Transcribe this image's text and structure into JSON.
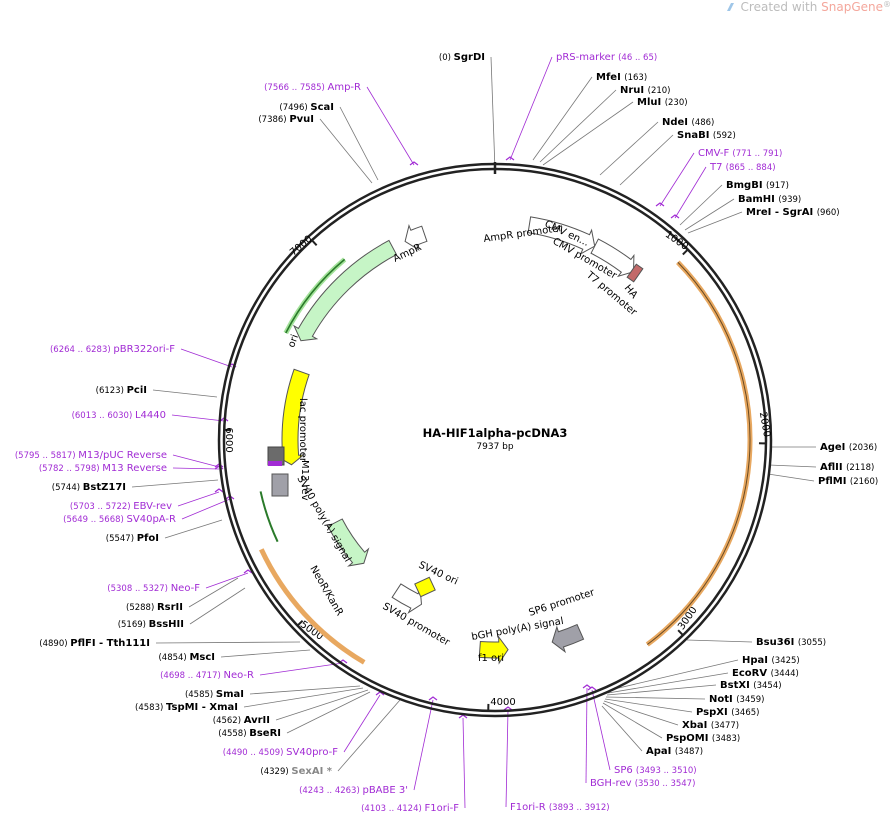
{
  "watermark": {
    "prefix": "Created with ",
    "brand": "SnapGene",
    "reg": "®"
  },
  "plasmid": {
    "name": "HA-HIF1alpha-pcDNA3",
    "length_label": "7937 bp",
    "length": 7937
  },
  "ticks": [
    "1000",
    "2000",
    "3000",
    "4000",
    "5000",
    "6000",
    "7000"
  ],
  "colors": {
    "primer": "#a12bd4",
    "site": "#000000",
    "feature_stroke": "#333333",
    "ampr": "#c6f5c6",
    "ori": "#ffff00",
    "promoter": "#ffffff",
    "neo": "#c6f5c6",
    "marker": "#a0a0a8",
    "orange": "#e8a860"
  },
  "enzymes": [
    {
      "name": "SgrDI",
      "pos": "(0)",
      "left": true
    },
    {
      "name": "MfeI",
      "pos": "(163)"
    },
    {
      "name": "NruI",
      "pos": "(210)"
    },
    {
      "name": "MluI",
      "pos": "(230)"
    },
    {
      "name": "NdeI",
      "pos": "(486)"
    },
    {
      "name": "SnaBI",
      "pos": "(592)"
    },
    {
      "name": "BmgBI",
      "pos": "(917)"
    },
    {
      "name": "BamHI",
      "pos": "(939)"
    },
    {
      "name": "MreI - SgrAI",
      "pos": "(960)"
    },
    {
      "name": "AgeI",
      "pos": "(2036)"
    },
    {
      "name": "AflII",
      "pos": "(2118)"
    },
    {
      "name": "PflMI",
      "pos": "(2160)"
    },
    {
      "name": "Bsu36I",
      "pos": "(3055)"
    },
    {
      "name": "HpaI",
      "pos": "(3425)"
    },
    {
      "name": "EcoRV",
      "pos": "(3444)"
    },
    {
      "name": "BstXI",
      "pos": "(3454)"
    },
    {
      "name": "NotI",
      "pos": "(3459)"
    },
    {
      "name": "PspXI",
      "pos": "(3465)"
    },
    {
      "name": "XbaI",
      "pos": "(3477)"
    },
    {
      "name": "PspOMI",
      "pos": "(3483)"
    },
    {
      "name": "ApaI",
      "pos": "(3487)"
    },
    {
      "name": "ScaI",
      "pos": "(7496)",
      "left": true
    },
    {
      "name": "PvuI",
      "pos": "(7386)",
      "left": true
    },
    {
      "name": "PciI",
      "pos": "(6123)",
      "left": true
    },
    {
      "name": "BstZ17I",
      "pos": "(5744)",
      "left": true
    },
    {
      "name": "PfoI",
      "pos": "(5547)",
      "left": true
    },
    {
      "name": "RsrII",
      "pos": "(5288)",
      "left": true
    },
    {
      "name": "BssHII",
      "pos": "(5169)",
      "left": true
    },
    {
      "name": "PflFI - Tth111I",
      "pos": "(4890)",
      "left": true
    },
    {
      "name": "MscI",
      "pos": "(4854)",
      "left": true
    },
    {
      "name": "SmaI",
      "pos": "(4585)",
      "left": true
    },
    {
      "name": "TspMI - XmaI",
      "pos": "(4583)",
      "left": true
    },
    {
      "name": "AvrII",
      "pos": "(4562)",
      "left": true
    },
    {
      "name": "BseRI",
      "pos": "(4558)",
      "left": true
    },
    {
      "name": "SexAI *",
      "pos": "(4329)",
      "left": true,
      "grey": true
    }
  ],
  "primers": [
    {
      "name": "pRS-marker",
      "range": "(46 .. 65)"
    },
    {
      "name": "CMV-F",
      "range": "(771 .. 791)"
    },
    {
      "name": "T7",
      "range": "(865 .. 884)"
    },
    {
      "name": "SP6",
      "range": "(3493 .. 3510)"
    },
    {
      "name": "BGH-rev",
      "range": "(3530 .. 3547)"
    },
    {
      "name": "F1ori-R",
      "range": "(3893 .. 3912)"
    },
    {
      "name": "Amp-R",
      "range": "(7566 .. 7585)",
      "left": true
    },
    {
      "name": "pBR322ori-F",
      "range": "(6264 .. 6283)",
      "left": true
    },
    {
      "name": "L4440",
      "range": "(6013 .. 6030)",
      "left": true
    },
    {
      "name": "M13/pUC Reverse",
      "range": "(5795 .. 5817)",
      "left": true
    },
    {
      "name": "M13 Reverse",
      "range": "(5782 .. 5798)",
      "left": true
    },
    {
      "name": "EBV-rev",
      "range": "(5703 .. 5722)",
      "left": true
    },
    {
      "name": "SV40pA-R",
      "range": "(5649 .. 5668)",
      "left": true
    },
    {
      "name": "Neo-F",
      "range": "(5308 .. 5327)",
      "left": true
    },
    {
      "name": "Neo-R",
      "range": "(4698 .. 4717)",
      "left": true
    },
    {
      "name": "SV40pro-F",
      "range": "(4490 .. 4509)",
      "left": true
    },
    {
      "name": "pBABE 3'",
      "range": "(4243 .. 4263)",
      "left": true
    },
    {
      "name": "F1ori-F",
      "range": "(4103 .. 4124)",
      "left": true
    }
  ],
  "features": [
    {
      "label": "AmpR promoter"
    },
    {
      "label": "AmpR"
    },
    {
      "label": "ori"
    },
    {
      "label": "CMV en..."
    },
    {
      "label": "CMV promoter"
    },
    {
      "label": "T7 promoter"
    },
    {
      "label": "HA"
    },
    {
      "label": "lac promoter"
    },
    {
      "label": "M13 rev"
    },
    {
      "label": "SV40 poly(A) signal"
    },
    {
      "label": "NeoR/KanR"
    },
    {
      "label": "SV40 promoter"
    },
    {
      "label": "SV40 ori"
    },
    {
      "label": "bGH poly(A) signal"
    },
    {
      "label": "SP6 promoter"
    },
    {
      "label": "f1 ori"
    }
  ]
}
